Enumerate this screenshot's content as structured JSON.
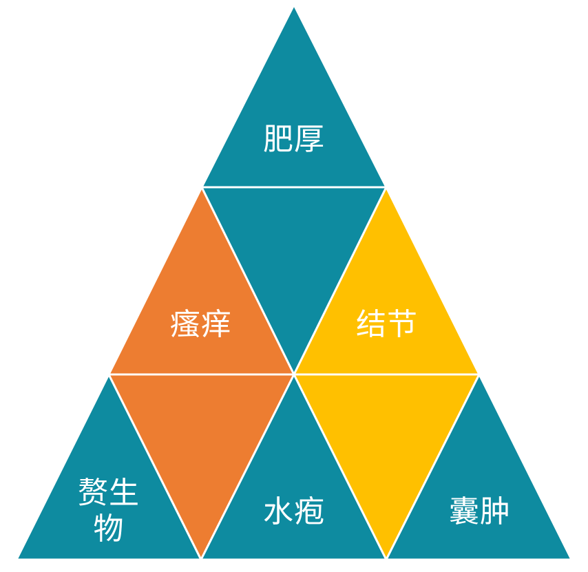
{
  "colors": {
    "teal": "#0E8BA0",
    "orange": "#ED7D31",
    "yellow": "#FFC000",
    "divider": "#FFFFFF",
    "text": "#FFFFFF"
  },
  "diagram": {
    "type": "triangle-mosaic",
    "rows": 3,
    "labels": {
      "top": "肥厚",
      "middle_left": "瘙痒",
      "middle_right": "结节",
      "bottom_left": "赘生\n物",
      "bottom_center": "水疱",
      "bottom_right": "囊肿"
    },
    "tiles": [
      {
        "id": "top",
        "color": "teal",
        "orientation": "up",
        "label": "肥厚"
      },
      {
        "id": "mid-left",
        "color": "orange",
        "orientation": "up",
        "label": "瘙痒"
      },
      {
        "id": "mid-center",
        "color": "teal",
        "orientation": "down",
        "label": ""
      },
      {
        "id": "mid-right",
        "color": "yellow",
        "orientation": "up",
        "label": "结节"
      },
      {
        "id": "bottom-1",
        "color": "teal",
        "orientation": "up",
        "label": "赘生物"
      },
      {
        "id": "bottom-2",
        "color": "orange",
        "orientation": "down",
        "label": ""
      },
      {
        "id": "bottom-3",
        "color": "teal",
        "orientation": "up",
        "label": "水疱"
      },
      {
        "id": "bottom-4",
        "color": "yellow",
        "orientation": "down",
        "label": ""
      },
      {
        "id": "bottom-5",
        "color": "teal",
        "orientation": "up",
        "label": "囊肿"
      }
    ]
  }
}
